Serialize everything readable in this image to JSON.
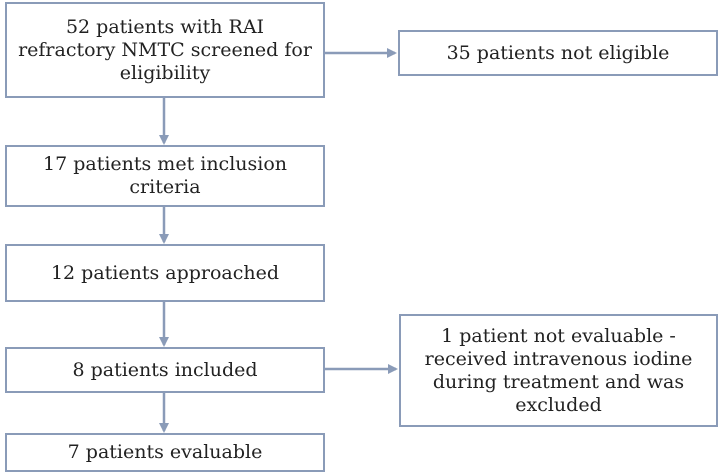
{
  "flow": {
    "screened": "52 patients with RAI refractory NMTC screened for eligibility",
    "not_eligible": "35 patients not eligible",
    "met_inclusion": "17 patients met inclusion criteria",
    "approached": "12 patients approached",
    "included": "8 patients included",
    "not_evaluable": "1 patient not evaluable - received intravenous iodine during treatment and was excluded",
    "evaluable": "7 patients evaluable"
  },
  "colors": {
    "border": "#8a9bb8",
    "arrow": "#8a9bb8",
    "text": "#222222"
  }
}
